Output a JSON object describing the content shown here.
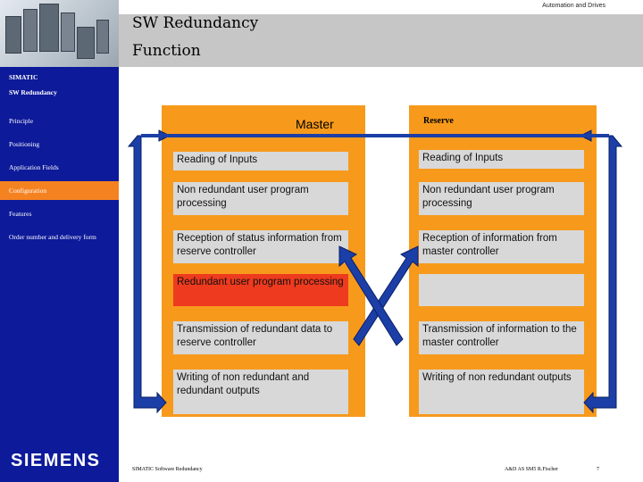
{
  "header": {
    "company": "Automation and Drives",
    "title_line1": "SW Redundancy",
    "title_line2": "Function"
  },
  "sidebar": {
    "section1": "SIMATIC",
    "section2": "SW Redundancy",
    "items": [
      {
        "label": "Principle"
      },
      {
        "label": "Positioning"
      },
      {
        "label": "Application Fields"
      },
      {
        "label": "Configuration",
        "active": true
      },
      {
        "label": "Features"
      },
      {
        "label": "Order number and delivery form"
      }
    ],
    "logo": "SIEMENS"
  },
  "master": {
    "heading": "Master",
    "steps": [
      "Reading of Inputs",
      "Non redundant user program processing",
      "Reception of status information from reserve controller",
      "Redundant user program processing",
      "Transmission of redundant data to reserve controller",
      "Writing of non redundant and redundant outputs"
    ]
  },
  "reserve": {
    "heading": "Reserve",
    "steps": [
      "Reading of Inputs",
      "Non redundant user program processing",
      "Reception of information from master controller",
      "",
      "Transmission of information to the master controller",
      "Writing of non redundant outputs"
    ]
  },
  "footer": {
    "left": "SIMATIC Software Redundancy",
    "right": "A&D AS SM5 R.Fischer",
    "page": "7"
  },
  "colors": {
    "sidebar": "#0d1a99",
    "accent": "#f58220",
    "panel": "#f79a1c",
    "step_box": "#d8d8d8",
    "highlight": "#ee3a1e",
    "arrow": "#1b3fa6"
  }
}
